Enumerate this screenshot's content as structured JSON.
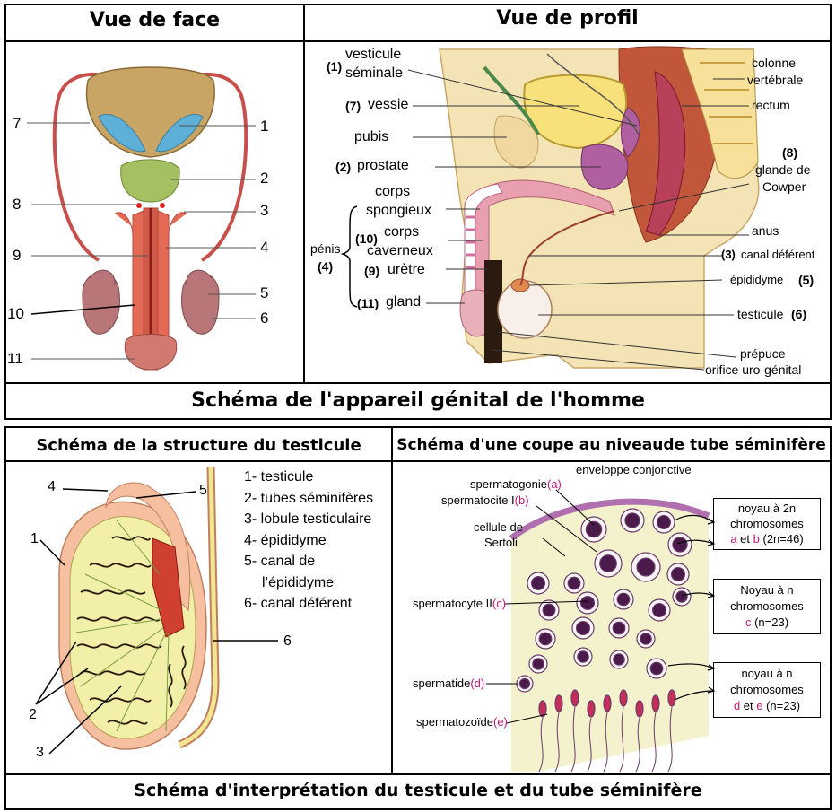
{
  "top": {
    "front_title": "Vue de face",
    "profile_title": "Vue de profil",
    "caption": "Schéma de l'appareil génital de l'homme"
  },
  "front_labels": [
    "7",
    "1",
    "2",
    "8",
    "3",
    "9",
    "4",
    "5",
    "10",
    "6",
    "11"
  ],
  "profile": {
    "l1_num": "(1)",
    "l1a": "vesticule",
    "l1b": "séminale",
    "l7_num": "(7)",
    "l7": "vessie",
    "pubis": "pubis",
    "l2_num": "(2)",
    "l2": "prostate",
    "corps": "corps",
    "spongieux": "spongieux",
    "l10_num": "(10)",
    "corps2": "corps",
    "caverneux": "caverneux",
    "penis": "pénis",
    "l4_num": "(4)",
    "l9_num": "(9)",
    "l9": "urètre",
    "l11_num": "(11)",
    "l11": "gland",
    "colonne": "colonne",
    "vertebrale": "vertébrale",
    "rectum": "rectum",
    "l8_num": "(8)",
    "glande": "glande de",
    "cowper": "Cowper",
    "anus": "anus",
    "l3_num": "(3)",
    "l3": "canal déférent",
    "l5": "épididyme",
    "l5_num": "(5)",
    "l6": "testicule",
    "l6_num": "(6)",
    "prepuce": "prépuce",
    "orifice": "orifice uro-génital"
  },
  "bottom": {
    "struct_title": "Schéma de la structure du testicule",
    "coupe_title": "Schéma d'une coupe au niveaude tube séminifère",
    "caption": "Schéma d'interprétation du testicule et du tube séminifère"
  },
  "struct_legend": [
    "1- testicule",
    "2- tubes séminifères",
    "3- lobule testiculaire",
    "4- épididyme",
    "5- canal de",
    "l’épididyme",
    "6- canal déférent"
  ],
  "struct_nums": [
    "4",
    "5",
    "1",
    "6",
    "2",
    "3"
  ],
  "coupe": {
    "envelope": "enveloppe conjonctive",
    "spg": "spermatogonie",
    "spg_k": "(a)",
    "spc1": "spermatocite I",
    "spc1_k": "(b)",
    "sertoli_a": "cellule de",
    "sertoli_b": "Sertoli",
    "spc2": "spermatocyte II",
    "spc2_k": "(c)",
    "spt": "spermatide",
    "spt_k": "(d)",
    "spz": "spermatozoïde",
    "spz_k": "(e)",
    "box1_a": "noyau à 2n",
    "box1_b": "chromosomes",
    "box1_c1": "a",
    "box1_c2": " et ",
    "box1_c3": "b",
    "box1_c4": " (2n=46)",
    "box2_a": "Noyau à n",
    "box2_b": "chromosomes",
    "box2_c1": "c",
    "box2_c2": " (n=23)",
    "box3_a": "noyau à n",
    "box3_b": "chromosomes",
    "box3_c1": "d",
    "box3_c2": " et ",
    "box3_c3": "e",
    "box3_c4": " (n=23)"
  }
}
